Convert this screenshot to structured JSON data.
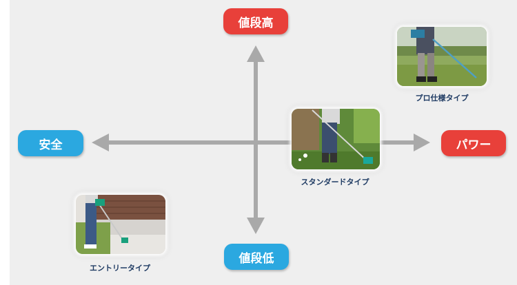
{
  "axes": {
    "top": "値段高",
    "bottom": "値段低",
    "left": "安全",
    "right": "パワー"
  },
  "products": [
    {
      "label": "プロ仕様タイプ"
    },
    {
      "label": "スタンダードタイプ"
    },
    {
      "label": "エントリータイプ"
    }
  ],
  "colors": {
    "high_accent": "#e8403a",
    "low_accent": "#2ba8e0",
    "arrow": "#a9a9a9",
    "caption": "#1f3b63",
    "background": "#efefef"
  }
}
